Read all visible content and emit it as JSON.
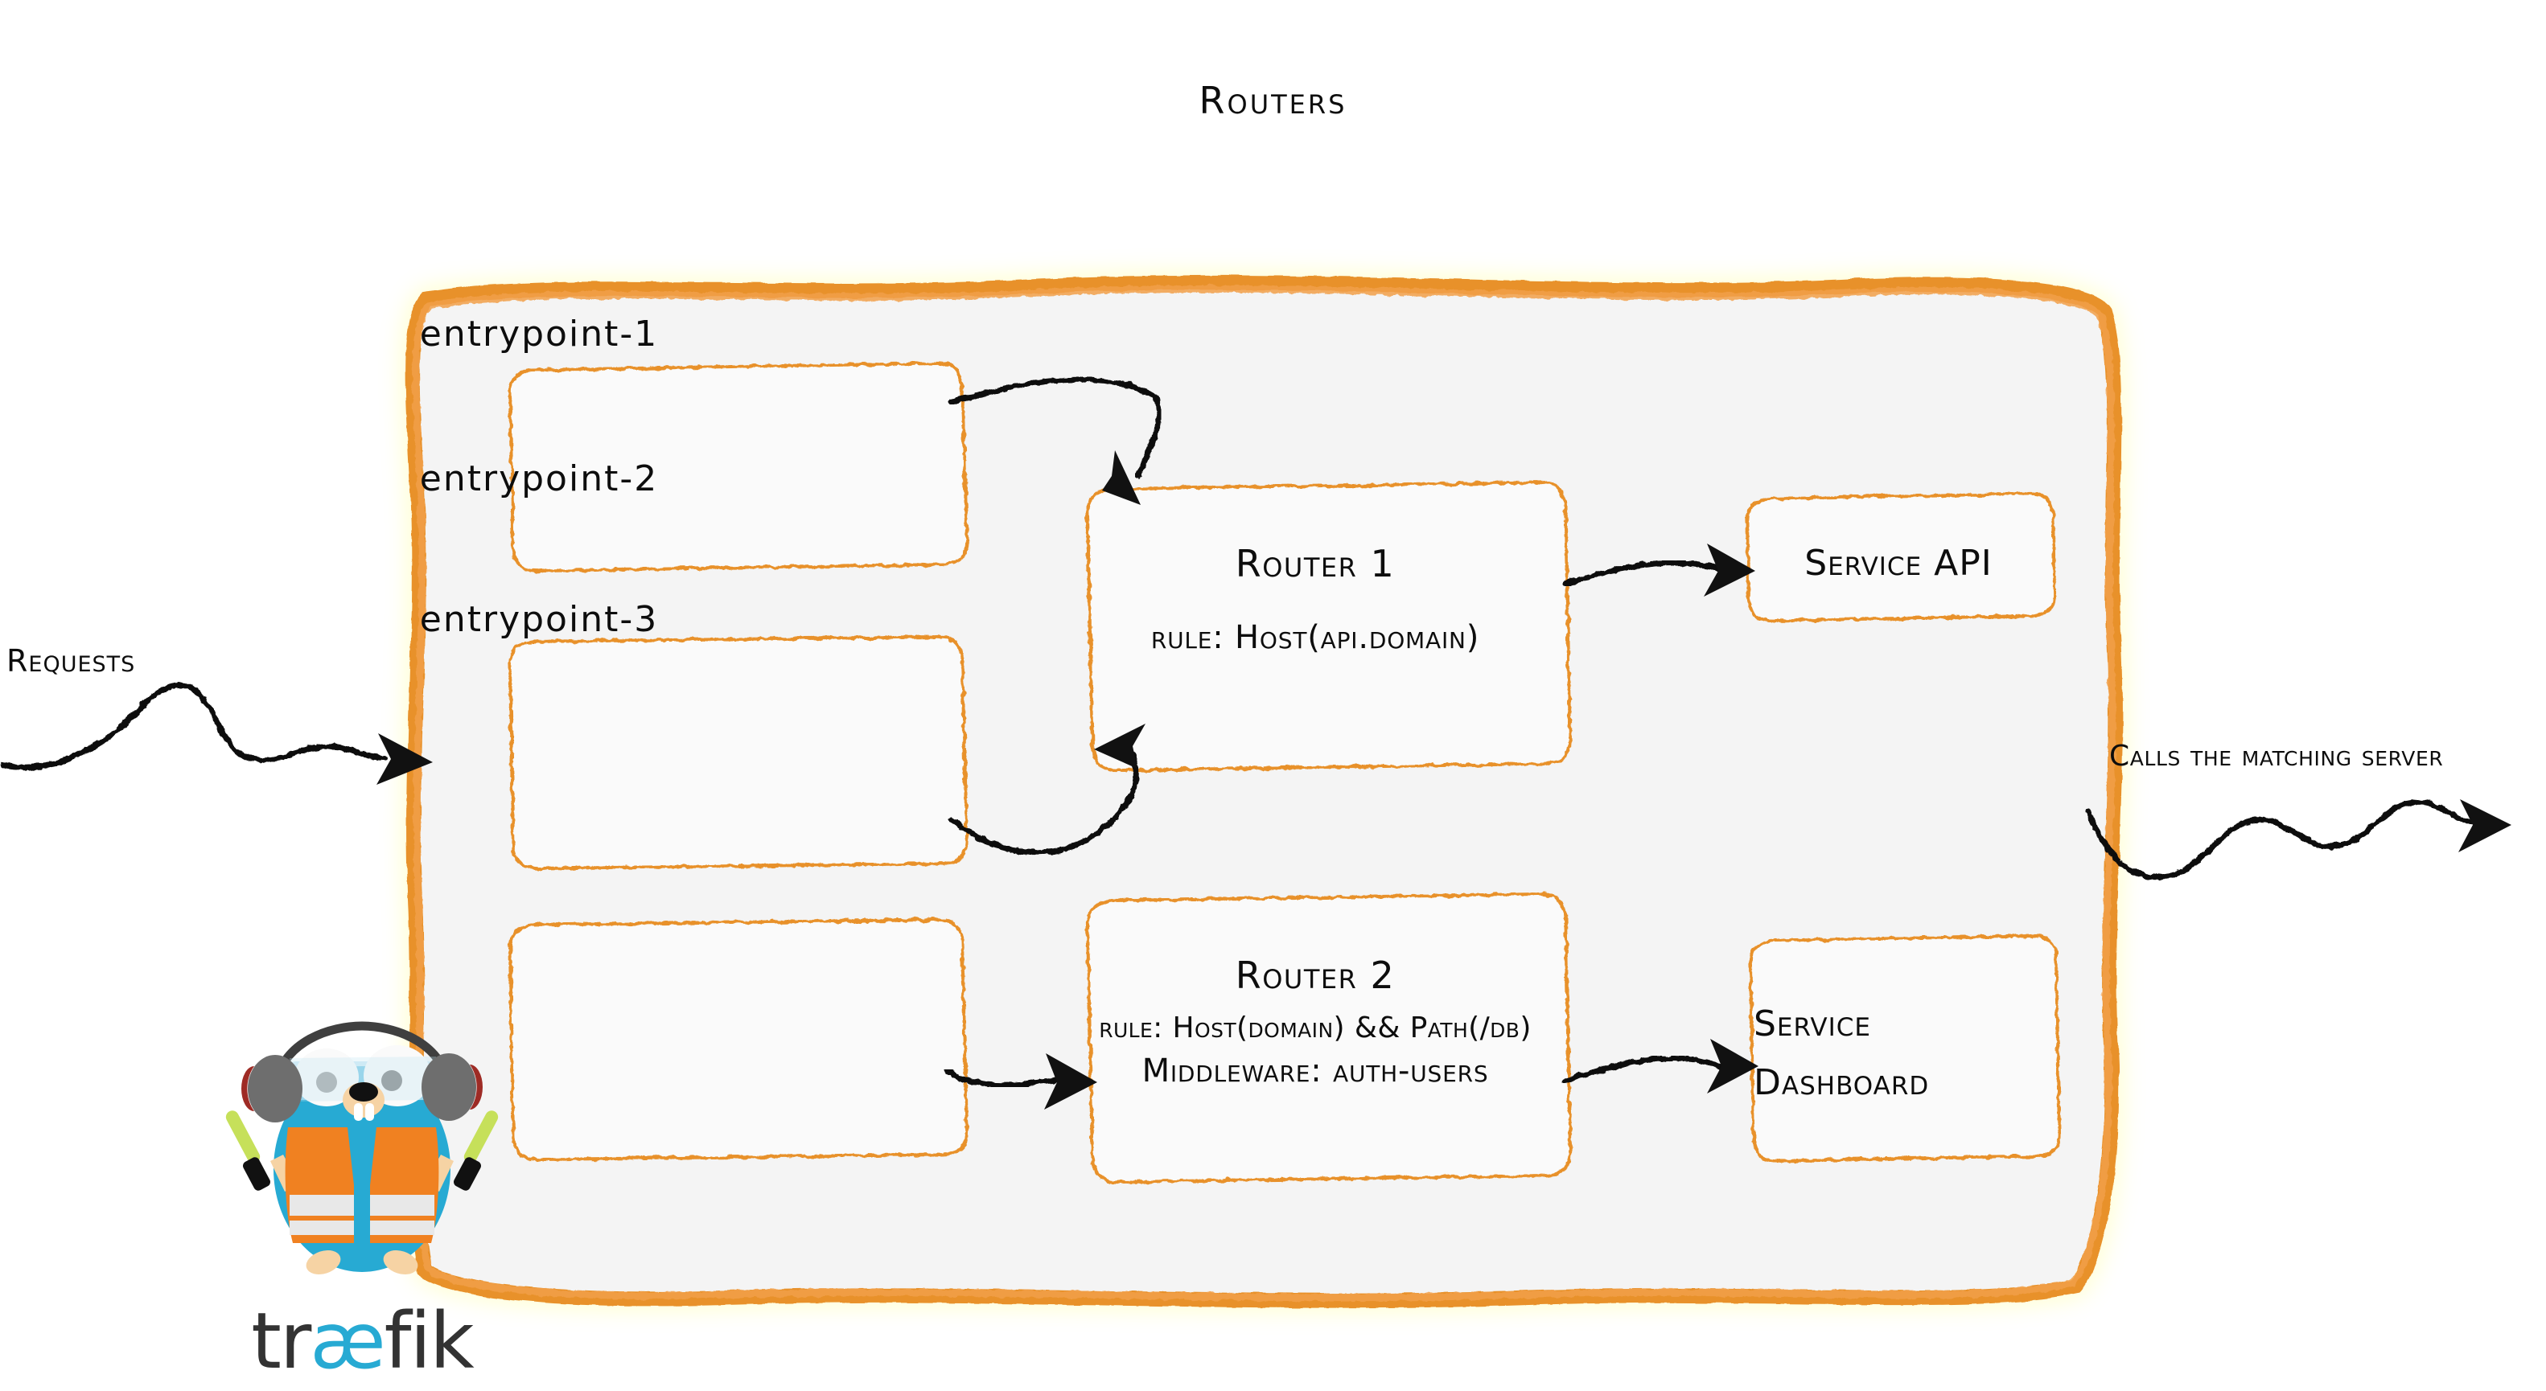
{
  "diagram": {
    "title": "Routers",
    "theme": {
      "accent_orange": "#E8912A",
      "panel_fill": "#F4F4F4",
      "ink": "#0D0D0D",
      "logo_body": "#27AAD3",
      "logo_vest": "#F08121",
      "logo_text": "#333333"
    }
  },
  "entrypoints": [
    {
      "label": "entrypoint-1"
    },
    {
      "label": "entrypoint-2"
    },
    {
      "label": "entrypoint-3"
    }
  ],
  "routers": [
    {
      "name": "Router 1",
      "rule": "rule: Host(api.domain)"
    },
    {
      "name": "Router 2",
      "rule": "rule: Host(domain) && Path(/db)",
      "middleware": "Middleware: auth-users"
    }
  ],
  "services": [
    {
      "label": "Service API"
    },
    {
      "line1": "Service",
      "line2": "Dashboard"
    }
  ],
  "annotations": {
    "incoming": "Requests",
    "outgoing": "Calls the matching server"
  },
  "logo": {
    "word_pre": "tr",
    "word_ae": "æ",
    "word_post": "fik"
  }
}
